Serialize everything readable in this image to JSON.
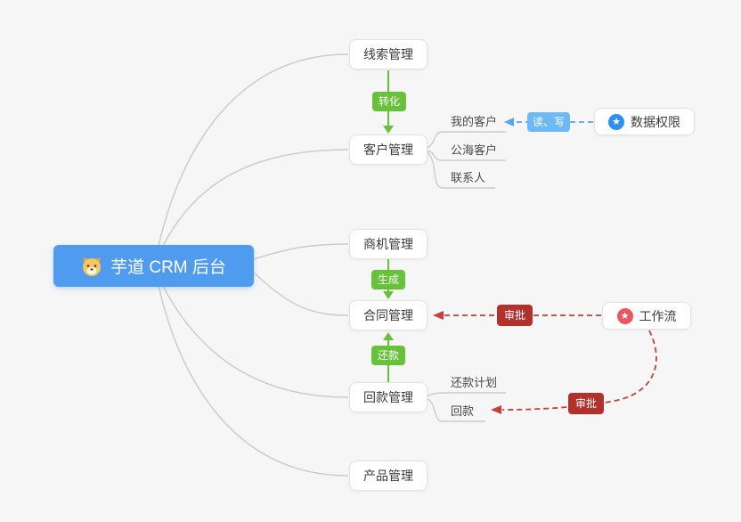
{
  "root": {
    "label": "芋道 CRM 后台",
    "icon": "dog-emoji"
  },
  "nodes": {
    "leads": "线索管理",
    "customers": "客户管理",
    "business": "商机管理",
    "contracts": "合同管理",
    "receivables": "回款管理",
    "products": "产品管理",
    "data_permission": "数据权限",
    "workflow": "工作流"
  },
  "children": {
    "my_customers": "我的客户",
    "public_customers": "公海客户",
    "contacts": "联系人",
    "repayment_plan": "还款计划",
    "repayment": "回款"
  },
  "badges": {
    "convert": "转化",
    "generate": "生成",
    "repay": "还款",
    "read_write": "读、写",
    "approve_contract": "审批",
    "approve_receivable": "审批"
  },
  "icons": {
    "data_permission_icon": "star-in-blue-circle",
    "workflow_icon": "star-in-pink-circle",
    "star_glyph": "★"
  },
  "colors": {
    "background": "#f6f6f7",
    "root_bg": "#4f9bf0",
    "branch_line": "#cccccc",
    "green": "#67c23a",
    "blue_badge": "#6db9f6",
    "blue_line": "#55a8f0",
    "red_badge": "#b3312c",
    "red_line": "#c9403a",
    "icon_blue": "#2f8ef3",
    "icon_pink": "#ec5661"
  }
}
